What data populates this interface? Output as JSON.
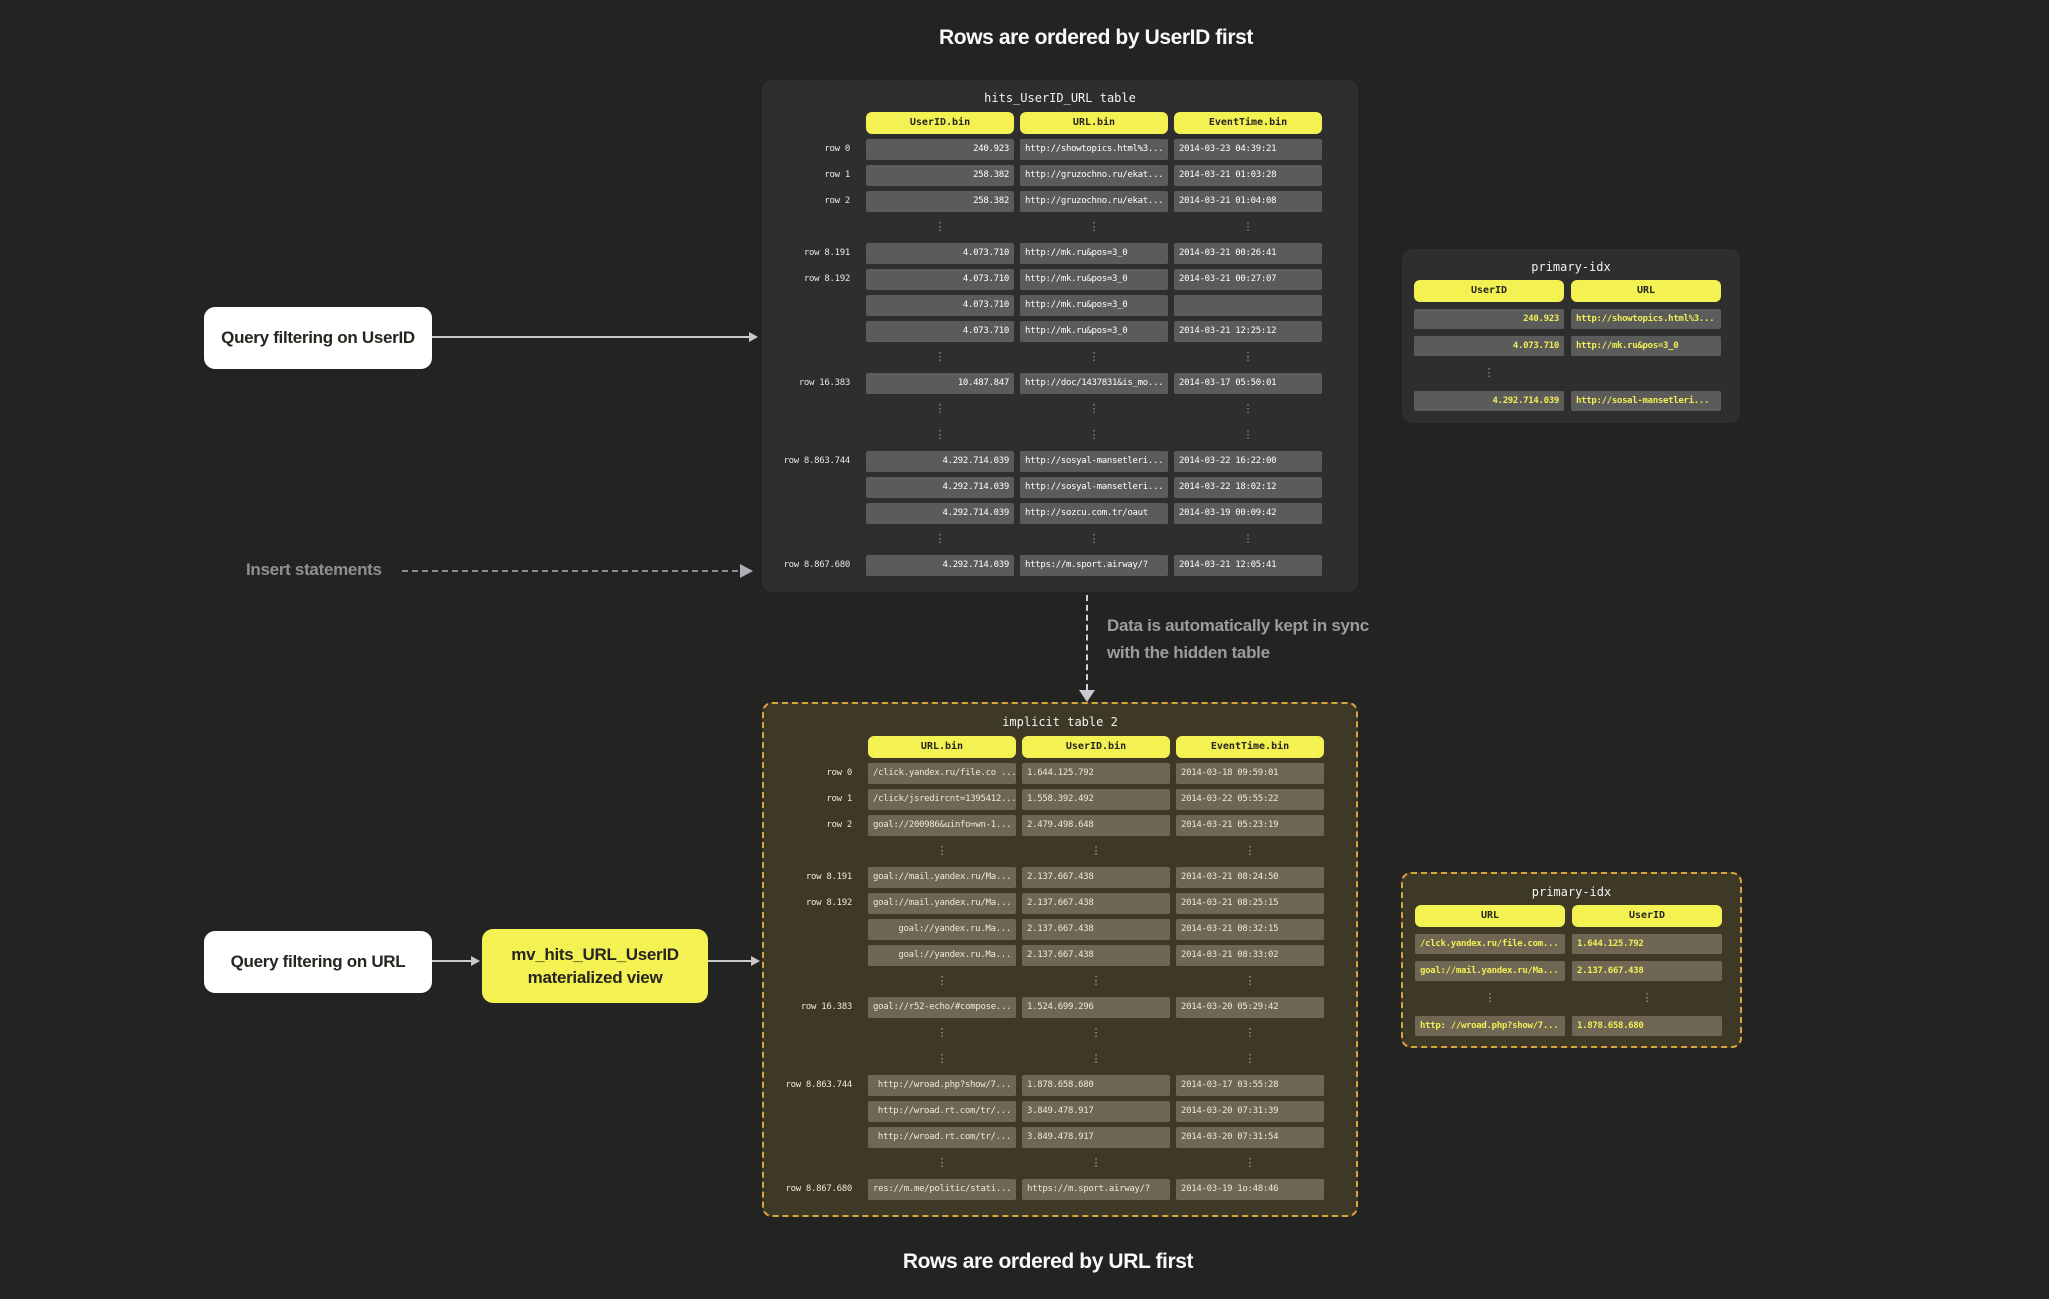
{
  "titles": {
    "top": "Rows are ordered by UserID first",
    "bottom": "Rows are ordered by URL first"
  },
  "labels": {
    "query_userid": "Query filtering on UserID",
    "query_url": "Query filtering on URL",
    "insert": "Insert statements",
    "sync_line1": "Data is automatically kept in sync",
    "sync_line2": "with the hidden table",
    "mv_line1": "mv_hits_URL_UserID",
    "mv_line2": "materialized view"
  },
  "colors": {
    "page_bg": "#232321",
    "panel_dark": "#2e2e2e",
    "panel_olive": "#3e3926",
    "cell_gray": "#5b5b5b",
    "cell_olive": "#6f6654",
    "accent_yellow": "#f4f253",
    "idx_value_yellow": "#f0ee55",
    "amber_dash": "#d8a43c",
    "white_box": "#ffffff",
    "gray_text": "#8f8f93"
  },
  "main_table": {
    "title": "hits_UserID_URL table",
    "headers": [
      "UserID.bin",
      "URL.bin",
      "EventTime.bin"
    ],
    "align": [
      "right",
      "left",
      "left"
    ],
    "rows": [
      {
        "label": "row 0",
        "cells": [
          "240.923",
          "http://showtopics.html%3...",
          "2014-03-23 04:39:21"
        ]
      },
      {
        "label": "row 1",
        "cells": [
          "258.382",
          "http://gruzochno.ru/ekat...",
          "2014-03-21 01:03:28"
        ]
      },
      {
        "label": "row 2",
        "cells": [
          "258.382",
          "http://gruzochno.ru/ekat...",
          "2014-03-21 01:04:08"
        ]
      },
      {
        "dots": true
      },
      {
        "label": "row 8.191",
        "cells": [
          "4.073.710",
          "http://mk.ru&pos=3_0",
          "2014-03-21 00:26:41"
        ]
      },
      {
        "label": "row 8.192",
        "cells": [
          "4.073.710",
          "http://mk.ru&pos=3_0",
          "2014-03-21 00:27:07"
        ]
      },
      {
        "label": "",
        "cells": [
          "4.073.710",
          "http://mk.ru&pos=3_0",
          ""
        ]
      },
      {
        "label": "",
        "cells": [
          "4.073.710",
          "http://mk.ru&pos=3_0",
          "2014-03-21 12:25:12"
        ]
      },
      {
        "dots": true
      },
      {
        "label": "row 16.383",
        "cells": [
          "10.487.847",
          "http://doc/1437831&is_mo...",
          "2014-03-17 05:50:01"
        ]
      },
      {
        "dots": true
      },
      {
        "dots": true
      },
      {
        "label": "row 8.863.744",
        "cells": [
          "4.292.714.039",
          "http://sosyal-mansetleri...",
          "2014-03-22 16:22:00"
        ]
      },
      {
        "label": "",
        "cells": [
          "4.292.714.039",
          "http://sosyal-mansetleri...",
          "2014-03-22 18:02:12"
        ]
      },
      {
        "label": "",
        "cells": [
          "4.292.714.039",
          "http://sozcu.com.tr/oaut",
          "2014-03-19 00:09:42"
        ]
      },
      {
        "dots": true
      },
      {
        "label": "row 8.867.680",
        "cells": [
          "4.292.714.039",
          "https://m.sport.airway/?",
          "2014-03-21 12:05:41"
        ]
      }
    ]
  },
  "implicit_table": {
    "title": "implicit table 2",
    "headers": [
      "URL.bin",
      "UserID.bin",
      "EventTime.bin"
    ],
    "align": [
      "right",
      "left",
      "left"
    ],
    "rows": [
      {
        "label": "row 0",
        "cells": [
          "/click.yandex.ru/file.co ...",
          "1.644.125.792",
          "2014-03-18 09:59:01"
        ]
      },
      {
        "label": "row 1",
        "cells": [
          "/click/jsredircnt=1395412...",
          "1.558.392.492",
          "2014-03-22 05:55:22"
        ]
      },
      {
        "label": "row 2",
        "cells": [
          "goal://200986&uinfo=wn-1...",
          "2.479.498.648",
          "2014-03-21 05:23:19"
        ]
      },
      {
        "dots": true
      },
      {
        "label": "row 8.191",
        "cells": [
          "goal://mail.yandex.ru/Ma...",
          "2.137.667.438",
          "2014-03-21 08:24:50"
        ]
      },
      {
        "label": "row 8.192",
        "cells": [
          "goal://mail.yandex.ru/Ma...",
          "2.137.667.438",
          "2014-03-21 08:25:15"
        ]
      },
      {
        "label": "",
        "cells": [
          "goal://yandex.ru.Ma...",
          "2.137.667.438",
          "2014-03-21 08:32:15"
        ]
      },
      {
        "label": "",
        "cells": [
          "goal://yandex.ru.Ma...",
          "2.137.667.438",
          "2014-03-21 08:33:02"
        ]
      },
      {
        "dots": true
      },
      {
        "label": "row 16.383",
        "cells": [
          "goal://r52-echo/#compose...",
          "1.524.699.296",
          "2014-03-20 05:29:42"
        ]
      },
      {
        "dots": true
      },
      {
        "dots": true
      },
      {
        "label": "row 8.863.744",
        "cells": [
          "http://wroad.php?show/7...",
          "1.878.658.680",
          "2014-03-17 03:55:28"
        ]
      },
      {
        "label": "",
        "cells": [
          "http://wroad.rt.com/tr/...",
          "3.849.478.917",
          "2014-03-20 07:31:39"
        ]
      },
      {
        "label": "",
        "cells": [
          "http://wroad.rt.com/tr/...",
          "3.849.478.917",
          "2014-03-20 07:31:54"
        ]
      },
      {
        "dots": true
      },
      {
        "label": "row 8.867.680",
        "cells": [
          "res://m.me/politic/stati...",
          "https://m.sport.airway/?",
          "2014-03-19 1o:48:46"
        ]
      }
    ]
  },
  "primary_idx_top": {
    "title": "primary-idx",
    "headers": [
      "UserID",
      "URL"
    ],
    "align": [
      "right",
      "left"
    ],
    "rows": [
      {
        "cells": [
          "240.923",
          "http://showtopics.html%3..."
        ]
      },
      {
        "cells": [
          "4.073.710",
          "http://mk.ru&pos=3_0"
        ]
      },
      {
        "dots": true,
        "cols": [
          0
        ]
      },
      {
        "cells": [
          "4.292.714.039",
          "http://sosal-mansetleri..."
        ]
      }
    ]
  },
  "primary_idx_bottom": {
    "title": "primary-idx",
    "headers": [
      "URL",
      "UserID"
    ],
    "align": [
      "left",
      "left"
    ],
    "rows": [
      {
        "cells": [
          "/clck.yandex.ru/file.com...",
          "1.644.125.792"
        ]
      },
      {
        "cells": [
          "goal://mail.yandex.ru/Ma...",
          "2.137.667.438"
        ]
      },
      {
        "dots": true,
        "cols": [
          0,
          1
        ]
      },
      {
        "cells": [
          "http: //wroad.php?show/7...",
          "1.878.658.680"
        ]
      }
    ]
  }
}
